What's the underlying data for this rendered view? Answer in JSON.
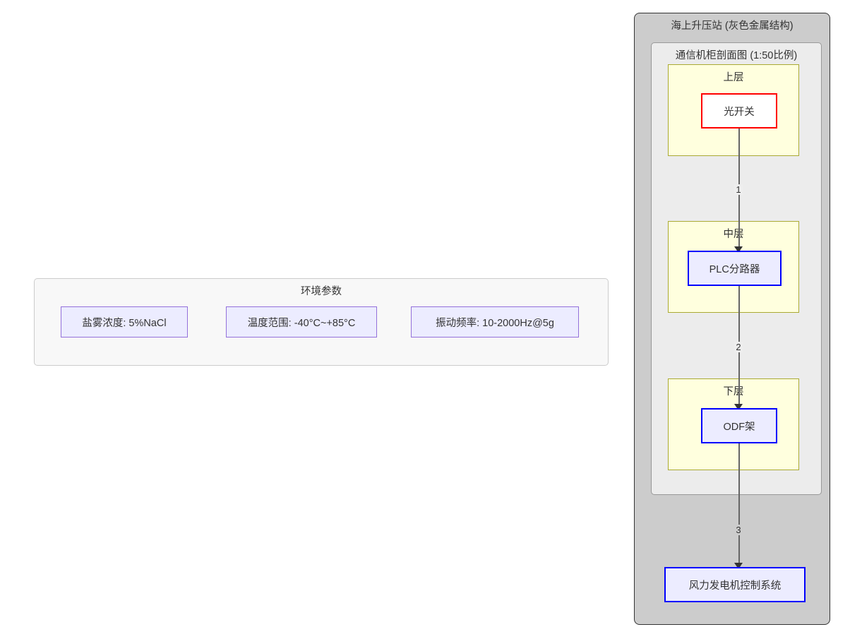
{
  "env_panel": {
    "title": "环境参数",
    "items": [
      {
        "label": "盐雾浓度: 5%NaCl"
      },
      {
        "label": "温度范围: -40°C~+85°C"
      },
      {
        "label": "振动频率: 10-2000Hz@5g"
      }
    ]
  },
  "substation": {
    "title": "海上升压站 (灰色金属结构)",
    "fill": "#cccccc",
    "stroke": "#333333",
    "cabinet": {
      "title": "通信机柜剖面图 (1:50比例)",
      "fill": "#ececec",
      "stroke": "#999999",
      "layers": [
        {
          "title": "上层",
          "fill": "#ffffde",
          "stroke": "#aaaa33"
        },
        {
          "title": "中层",
          "fill": "#ffffde",
          "stroke": "#aaaa33"
        },
        {
          "title": "下层",
          "fill": "#ffffde",
          "stroke": "#aaaa33"
        }
      ]
    },
    "nodes": [
      {
        "label": "光开关",
        "fill": "#ffffff",
        "stroke": "#ff0000"
      },
      {
        "label": "PLC分路器",
        "fill": "#ececff",
        "stroke": "#0000ff"
      },
      {
        "label": "ODF架",
        "fill": "#ececff",
        "stroke": "#0000ff"
      },
      {
        "label": "风力发电机控制系统",
        "fill": "#ececff",
        "stroke": "#0000ff"
      }
    ],
    "edges": [
      {
        "label": "1"
      },
      {
        "label": "2"
      },
      {
        "label": "3"
      }
    ]
  }
}
